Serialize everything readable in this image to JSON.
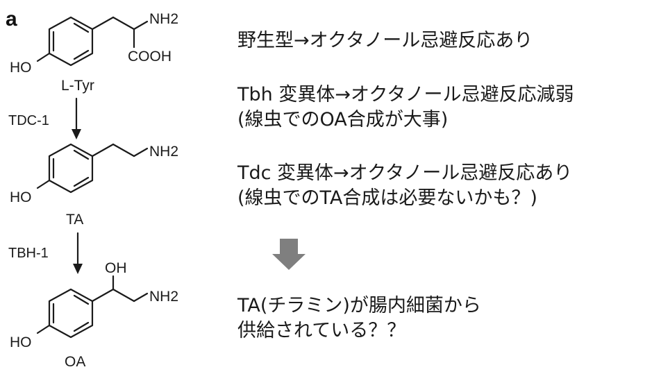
{
  "panel_label": "a",
  "molecules": {
    "tyr": {
      "substituents": [
        "NH2",
        "COOH",
        "HO"
      ],
      "name": "L-Tyr"
    },
    "ta": {
      "substituents": [
        "NH2",
        "HO"
      ],
      "name": "TA"
    },
    "oa": {
      "substituents": [
        "OH",
        "NH2",
        "HO"
      ],
      "name": "OA"
    }
  },
  "enzymes": [
    "TDC-1",
    "TBH-1"
  ],
  "notes": {
    "line1": "野生型→オクタノール忌避反応あり",
    "line2": "Tbh 変異体→オクタノール忌避反応減弱",
    "line3": "(線虫でのOA合成が大事)",
    "line4": "Tdc 変異体→オクタノール忌避反応あり",
    "line5": "(線虫でのTA合成は必要ないかも？)",
    "line6": "TA(チラミン)が腸内細菌から",
    "line7": "供給されている？？"
  },
  "colors": {
    "text": "#1a1a1a",
    "arrow": "#7f7f7f"
  }
}
